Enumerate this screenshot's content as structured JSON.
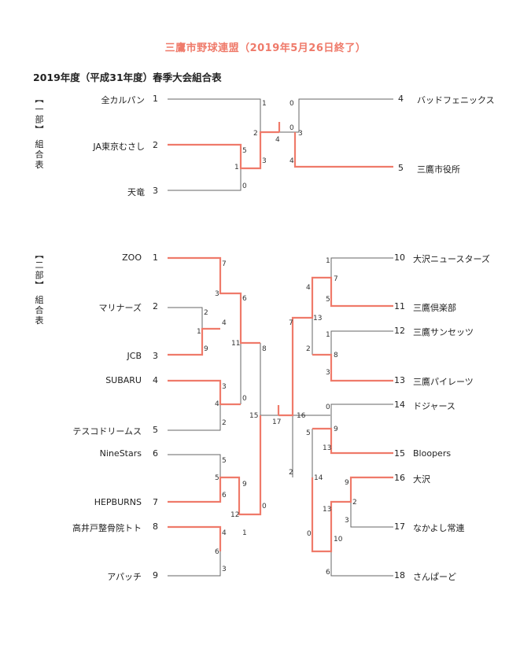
{
  "header": {
    "title": "三鷹市野球連盟（2019年5月26日終了）",
    "subtitle": "2019年度（平成31年度）春季大会組合表"
  },
  "division1": {
    "label": "【一部】 組合表",
    "teams": [
      {
        "seed": "1",
        "name": "全カルパン"
      },
      {
        "seed": "2",
        "name": "JA東京むさし"
      },
      {
        "seed": "3",
        "name": "天竜"
      },
      {
        "seed": "4",
        "name": "バッドフェニックス"
      },
      {
        "seed": "5",
        "name": "三鷹市役所"
      }
    ],
    "scores": [
      "1",
      "2",
      "4",
      "0",
      "0",
      "3",
      "5",
      "1",
      "3",
      "0",
      "4"
    ]
  },
  "division2": {
    "label": "【二部】 組合表",
    "teams": [
      {
        "seed": "1",
        "name": "ZOO"
      },
      {
        "seed": "2",
        "name": "マリナーズ"
      },
      {
        "seed": "3",
        "name": "JCB"
      },
      {
        "seed": "4",
        "name": "SUBARU"
      },
      {
        "seed": "5",
        "name": "テスコドリームス"
      },
      {
        "seed": "6",
        "name": "NineStars"
      },
      {
        "seed": "7",
        "name": "HEPBURNS"
      },
      {
        "seed": "8",
        "name": "高井戸整骨院トト"
      },
      {
        "seed": "9",
        "name": "アパッチ"
      },
      {
        "seed": "10",
        "name": "大沢ニュースターズ"
      },
      {
        "seed": "11",
        "name": "三鷹倶楽部"
      },
      {
        "seed": "12",
        "name": "三鷹サンセッツ"
      },
      {
        "seed": "13",
        "name": "三鷹パイレーツ"
      },
      {
        "seed": "14",
        "name": "ドジャース"
      },
      {
        "seed": "15",
        "name": "Bloopers"
      },
      {
        "seed": "16",
        "name": "大沢"
      },
      {
        "seed": "17",
        "name": "なかよし常連"
      },
      {
        "seed": "18",
        "name": "さんぱーど"
      }
    ],
    "scores": [
      "7",
      "3",
      "6",
      "2",
      "1",
      "4",
      "9",
      "11",
      "8",
      "3",
      "4",
      "0",
      "2",
      "15",
      "17",
      "16",
      "5",
      "6",
      "9",
      "12",
      "0",
      "4",
      "1",
      "6",
      "3",
      "1",
      "7",
      "4",
      "5",
      "13",
      "7",
      "1",
      "8",
      "2",
      "3",
      "0",
      "9",
      "5",
      "13",
      "2",
      "14",
      "9",
      "2",
      "13",
      "3",
      "0",
      "10",
      "6"
    ]
  },
  "colors": {
    "winner_line": "#ef7a6a",
    "title": "#ef7a6a",
    "line": "#555555"
  }
}
